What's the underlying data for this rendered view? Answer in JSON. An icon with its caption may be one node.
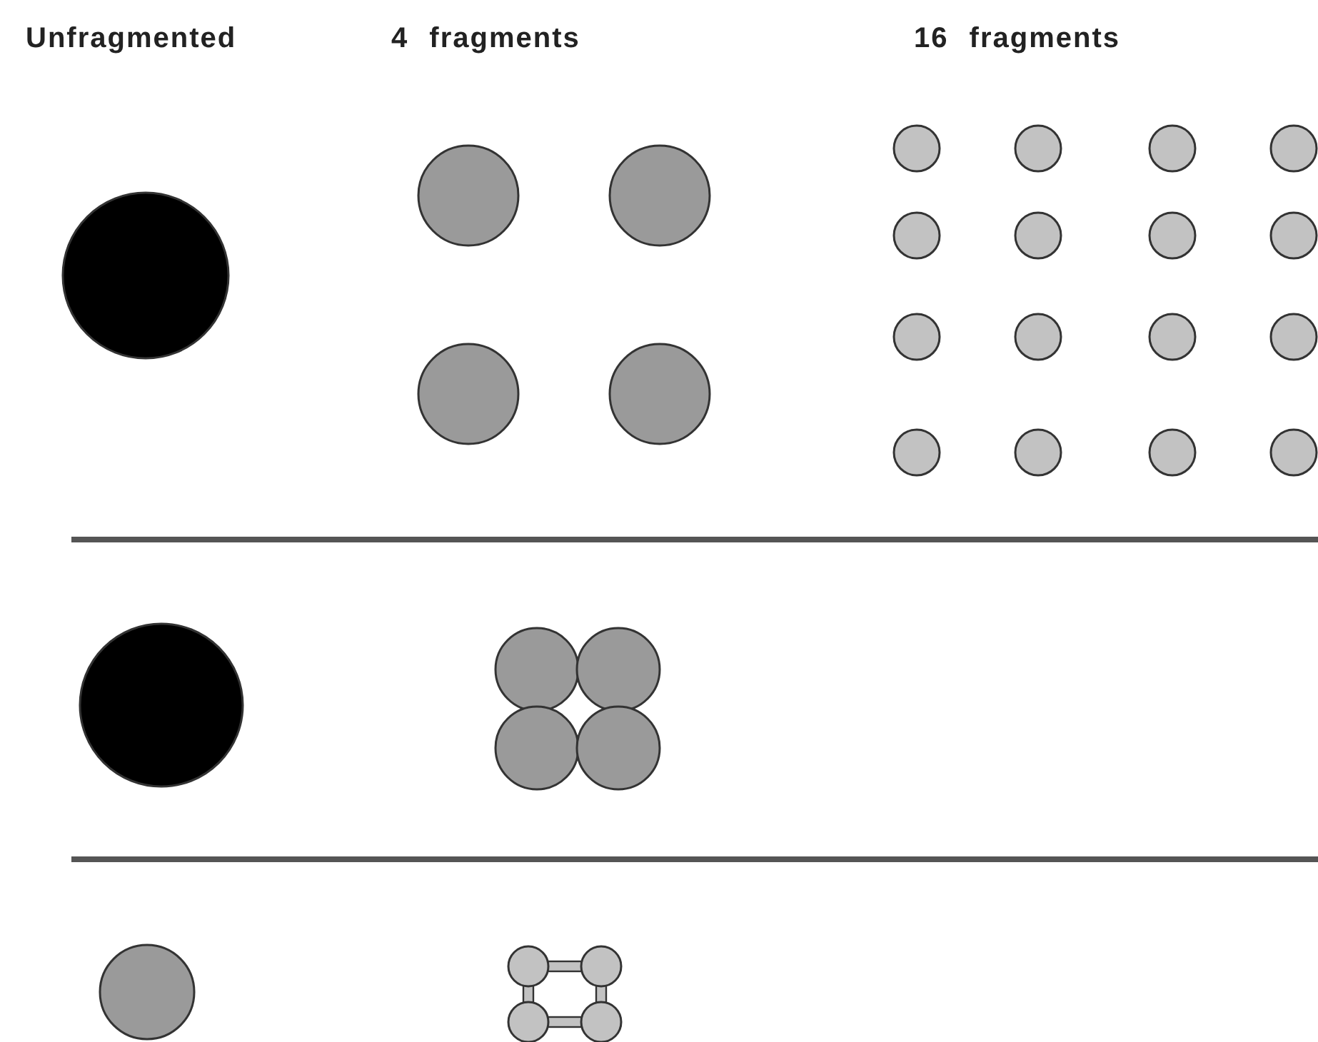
{
  "diagram": {
    "labels": [
      "Unfragmented",
      "4 fragments",
      "16 fragments"
    ]
  }
}
